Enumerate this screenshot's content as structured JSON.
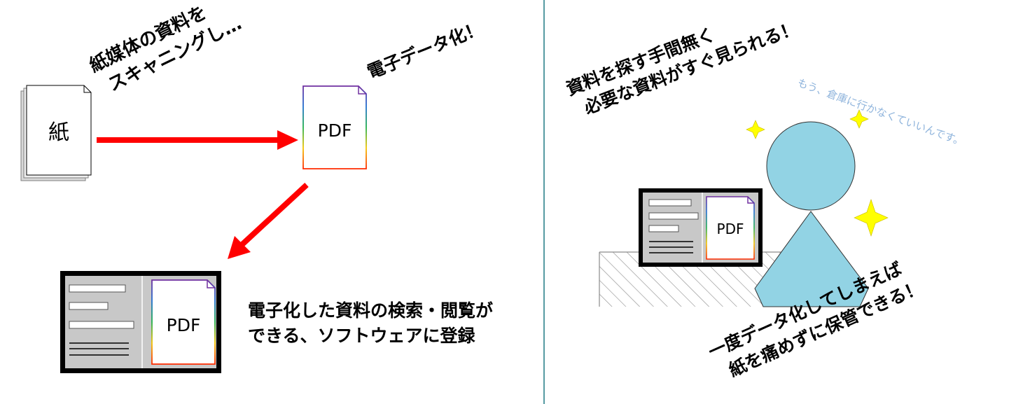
{
  "left_panel": {
    "paper_caption_line1": "紙媒体の資料を",
    "paper_caption_line2": "スキャニングし…",
    "paper_doc_label": "紙",
    "digitize_caption": "電子データ化！",
    "pdf_label": "PDF",
    "software_caption_line1": "電子化した資料の検索・閲覧が",
    "software_caption_line2": "できる、ソフトウェアに登録"
  },
  "right_panel": {
    "benefit_line1": "資料を探す手間無く",
    "benefit_line2": "必要な資料がすぐ見られる！",
    "warehouse_note": "もう、倉庫に行かなくていいんです。",
    "pdf_label": "PDF",
    "storage_line1": "一度データ化してしまえば",
    "storage_line2": "紙を痛めずに保管できる！"
  },
  "colors": {
    "arrow_red": "#ff0000",
    "person_fill": "#92d3e4",
    "sparkle_yellow": "#ffff00",
    "note_blue": "#8fb4dc",
    "divider_teal": "#1f7a84",
    "monitor_gray": "#c8c8c8"
  }
}
